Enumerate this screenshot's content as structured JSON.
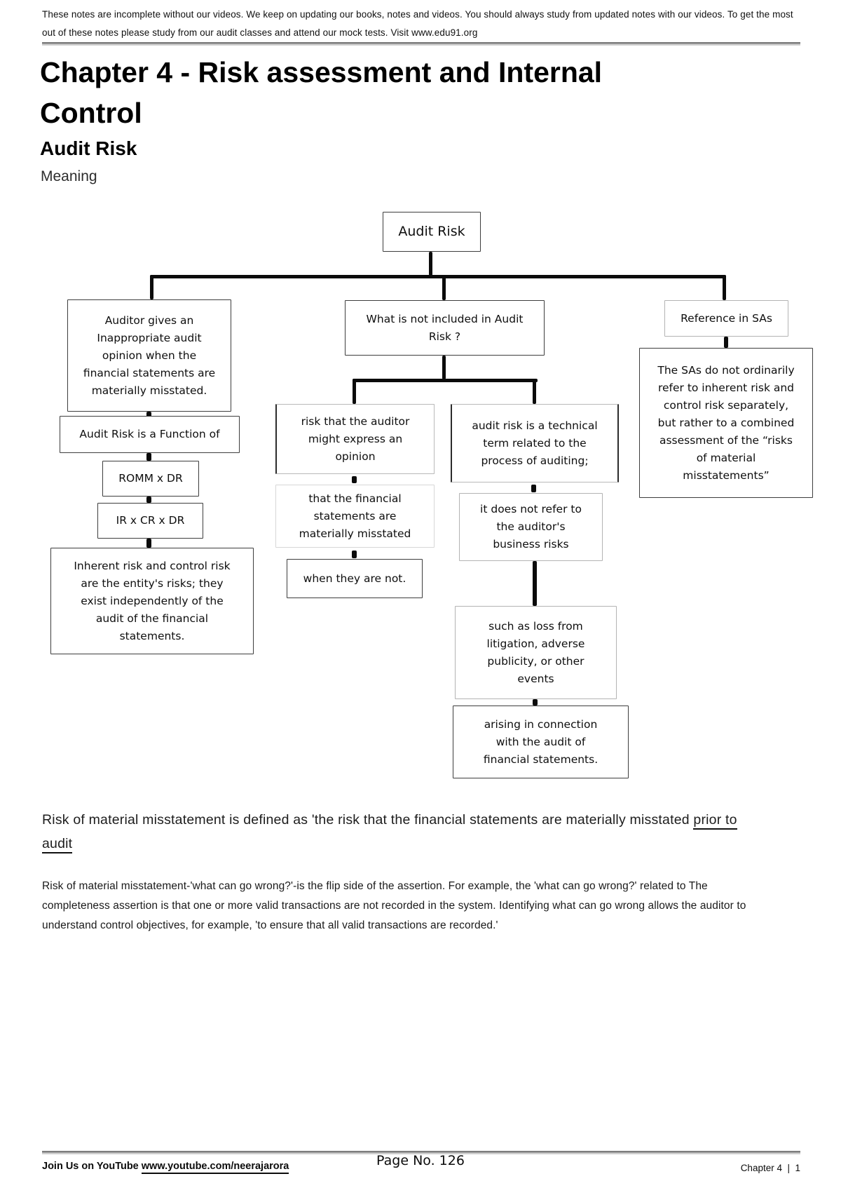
{
  "colors": {
    "background": "#ffffff",
    "text": "#111111",
    "connector_line": "#0b0b0b",
    "box_border": "#3d3d3d",
    "rule_gray": "#7d7d7d"
  },
  "header": {
    "note_text": "These notes are incomplete without our videos. We keep on updating our books, notes and videos. You should always study from updated notes with our videos. To get the most out of these notes please study from our audit classes and attend our mock tests. Visit ",
    "note_link": "www.edu91.org"
  },
  "titles": {
    "chapter": "Chapter 4 - Risk assessment and Internal Control",
    "section": "Audit Risk",
    "subsection": "Meaning"
  },
  "flowchart": {
    "root": "Audit Risk",
    "left": {
      "opinion": "Auditor gives an\nInappropriate audit\nopinion when the\nfinancial statements are\nmaterially misstated.",
      "function_of": "Audit Risk is a Function of",
      "formula_romm": "ROMM x DR",
      "formula_ir_cr": "IR x CR x DR",
      "entity_risks": "Inherent risk and control risk\nare the entity's risks; they\nexist independently of the\naudit of the financial\nstatements."
    },
    "middle": {
      "question": "What is not included in Audit\nRisk ?",
      "path_a": {
        "step1": "risk that the auditor\nmight express an\nopinion",
        "step2": "that the financial\nstatements are\nmaterially misstated",
        "step3": "when they are not."
      },
      "path_b": {
        "step1": "audit risk is a technical\nterm related to the\nprocess of auditing;",
        "step2": "it does not refer to\nthe auditor's\nbusiness risks",
        "step3": "such as loss from\nlitigation, adverse\npublicity, or other\nevents",
        "step4": "arising in connection\nwith the audit of\nfinancial statements."
      }
    },
    "right": {
      "heading": "Reference in SAs",
      "detail": "The SAs do not ordinarily\nrefer to inherent risk and\ncontrol risk separately,\nbut rather to a combined\nassessment of the “risks\nof material\nmisstatements”"
    }
  },
  "body": {
    "definition_text": "Risk of material misstatement is defined as 'the risk that the financial statements are materially misstated ",
    "definition_underlined": "prior to audit",
    "explanation": "Risk of material misstatement-'what can go wrong?'-is the flip side of the assertion. For example, the 'what can go wrong?' related to The completeness assertion is that one or more valid transactions are not recorded in the system. Identifying what can go wrong allows the auditor to understand control objectives, for example, 'to ensure that all valid transactions are recorded.'"
  },
  "footer": {
    "join_text": "Join Us on YouTube ",
    "join_link": "www.youtube.com/neerajarora",
    "page_no": "Page No. 126",
    "chapter_ref": "Chapter 4  |  1"
  }
}
